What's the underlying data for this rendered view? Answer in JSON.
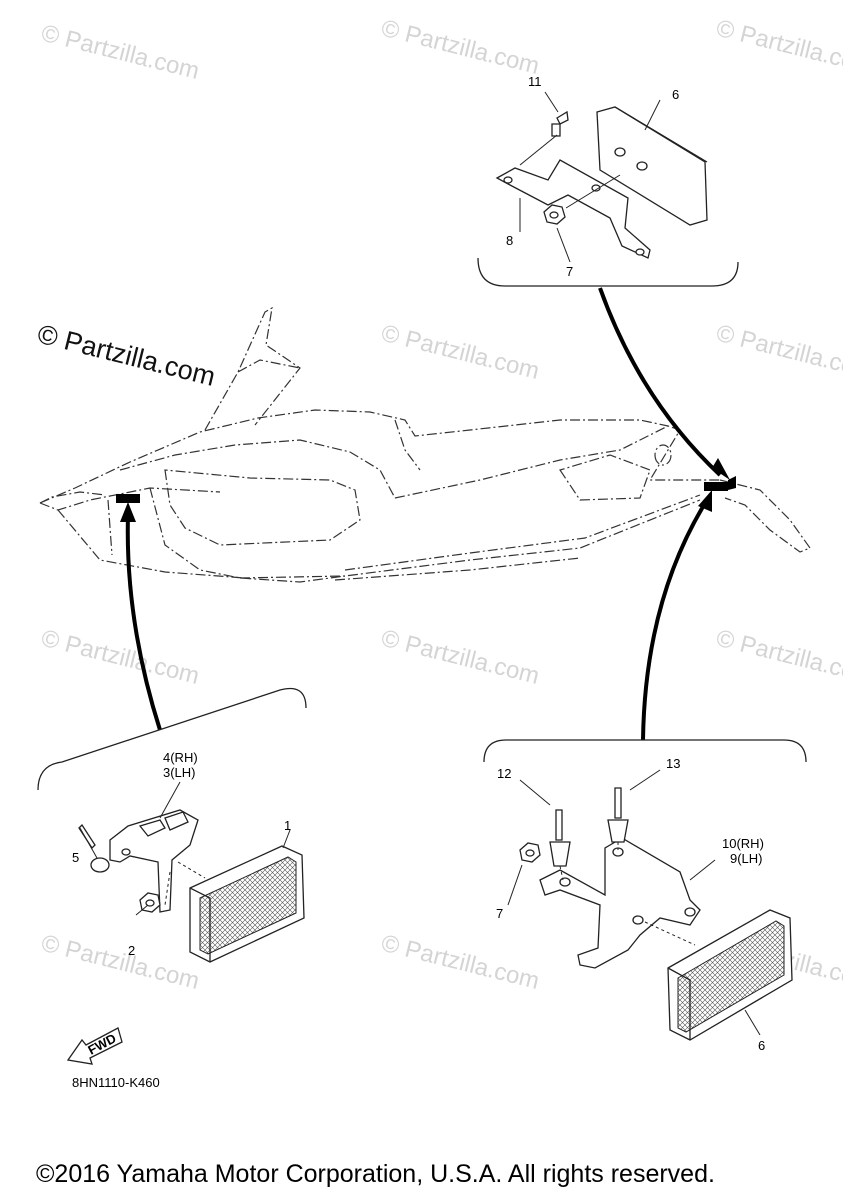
{
  "watermark": {
    "symbol": "©",
    "text": "Partzilla.com"
  },
  "callouts": {
    "c1": "1",
    "c2": "2",
    "c3": "3(LH)",
    "c4": "4(RH)",
    "c5": "5",
    "c6a": "6",
    "c6b": "6",
    "c7a": "7",
    "c7b": "7",
    "c8": "8",
    "c9": "9(LH)",
    "c10": "10(RH)",
    "c11": "11",
    "c12": "12",
    "c13": "13"
  },
  "fwd_label": "FWD",
  "diagram_code": "8HN1110-K460",
  "copyright": "©2016 Yamaha Motor Corporation, U.S.A. All rights reserved."
}
